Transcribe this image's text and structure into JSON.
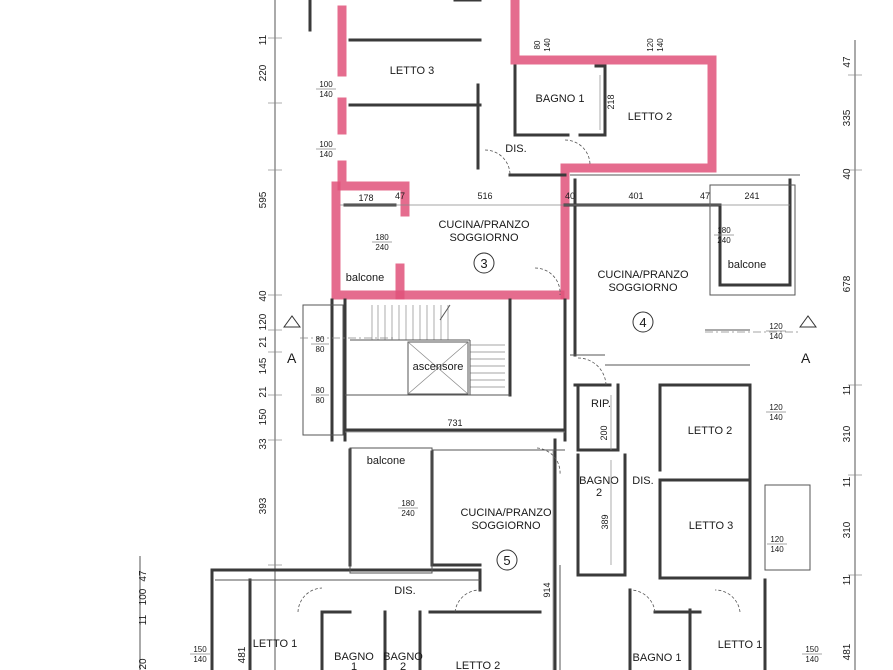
{
  "rooms": {
    "u3_letto3": "LETTO 3",
    "u3_bagno1": "BAGNO 1",
    "u3_letto2": "LETTO 2",
    "u3_dis": "DIS.",
    "u3_cucina_1": "CUCINA/PRANZO",
    "u3_cucina_2": "SOGGIORNO",
    "u3_balcone": "balcone",
    "u4_cucina_1": "CUCINA/PRANZO",
    "u4_cucina_2": "SOGGIORNO",
    "u4_balcone": "balcone",
    "ascensore": "ascensore",
    "u4_rip": "RIP.",
    "u4_letto2": "LETTO 2",
    "u4_bagno2_1": "BAGNO",
    "u4_bagno2_2": "2",
    "u4_dis": "DIS.",
    "u4_letto3": "LETTO 3",
    "u5_balcone": "balcone",
    "u5_cucina_1": "CUCINA/PRANZO",
    "u5_cucina_2": "SOGGIORNO",
    "u5_dis": "DIS.",
    "u5_letto1": "LETTO 1",
    "u5_bagno1_1": "BAGNO",
    "u5_bagno1_2": "1",
    "u5_bagno2_1": "BAGNO",
    "u5_bagno2_2": "2",
    "u5_letto2": "LETTO 2",
    "u6_bagno1": "BAGNO 1",
    "u6_letto1": "LETTO 1"
  },
  "units": {
    "u3": "3",
    "u4": "4",
    "u5": "5"
  },
  "section_marks": {
    "left": "A",
    "right": "A"
  },
  "dimensions": {
    "d178": "178",
    "d47a": "47",
    "d516": "516",
    "d40": "40",
    "d401": "401",
    "d47b": "47",
    "d241": "241",
    "d731": "731",
    "d218": "218",
    "d200": "200",
    "d389": "389",
    "d914": "914"
  },
  "windows": {
    "w1_top": "100",
    "w1_bot": "140",
    "w2_top": "100",
    "w2_bot": "140",
    "w3_top": "80",
    "w3_bot": "140",
    "w4_top": "120",
    "w4_bot": "140",
    "w5_top": "180",
    "w5_bot": "240",
    "w6_top": "180",
    "w6_bot": "240",
    "w7_top": "80",
    "w7_bot": "80",
    "w8_top": "80",
    "w8_bot": "80",
    "w9_top": "120",
    "w9_bot": "140",
    "w10_top": "120",
    "w10_bot": "140",
    "w11_top": "180",
    "w11_bot": "240",
    "w12_top": "120",
    "w12_bot": "140",
    "w13_top": "150",
    "w13_bot": "140",
    "w14_top": "150",
    "w14_bot": "140"
  },
  "left_chain": {
    "c220": "220",
    "c11a": "11",
    "c595": "595",
    "c40": "40",
    "c120": "120",
    "c21a": "21",
    "c145": "145",
    "c21b": "21",
    "c150": "150",
    "c33": "33",
    "c393": "393",
    "c11b": "11",
    "c100": "100",
    "c47": "47",
    "c481": "481",
    "c20": "20"
  },
  "right_chain": {
    "r47": "47",
    "r335": "335",
    "r40": "40",
    "r678": "678",
    "r11a": "11",
    "r310a": "310",
    "r11b": "11",
    "r310b": "310",
    "r11c": "11",
    "r481": "481"
  },
  "colors": {
    "highlight": "#e0527a",
    "walls": "#3a3a3a"
  }
}
